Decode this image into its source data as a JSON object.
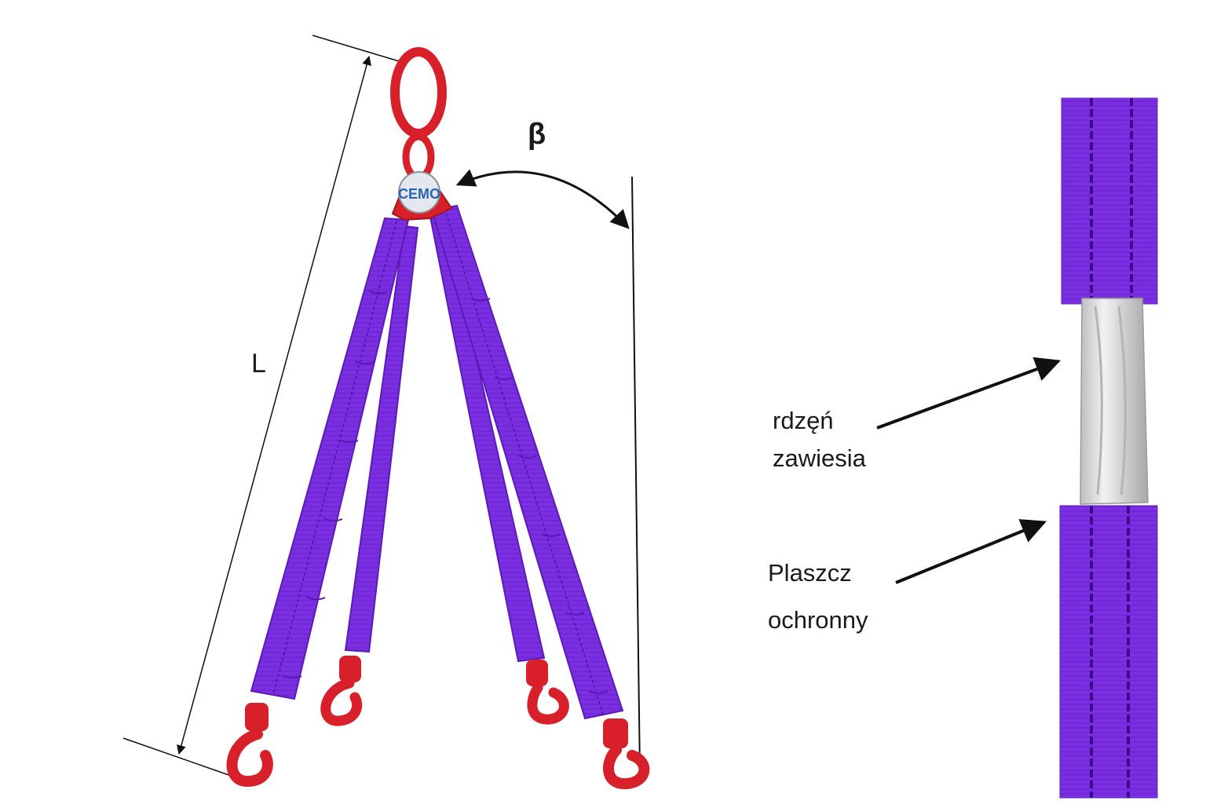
{
  "diagram": {
    "dimension_length_label": "L",
    "angle_label": "β",
    "brand_tag": "CEMO",
    "core_label": [
      "rdzęń",
      "zawiesia"
    ],
    "cover_label": [
      "Plaszcz",
      "ochronny"
    ]
  },
  "colors": {
    "sling": "#7a2fe0",
    "sling_dark": "#4f12a8",
    "hardware": "#d8202a",
    "core": "#d9d9d9",
    "line": "#111111"
  }
}
